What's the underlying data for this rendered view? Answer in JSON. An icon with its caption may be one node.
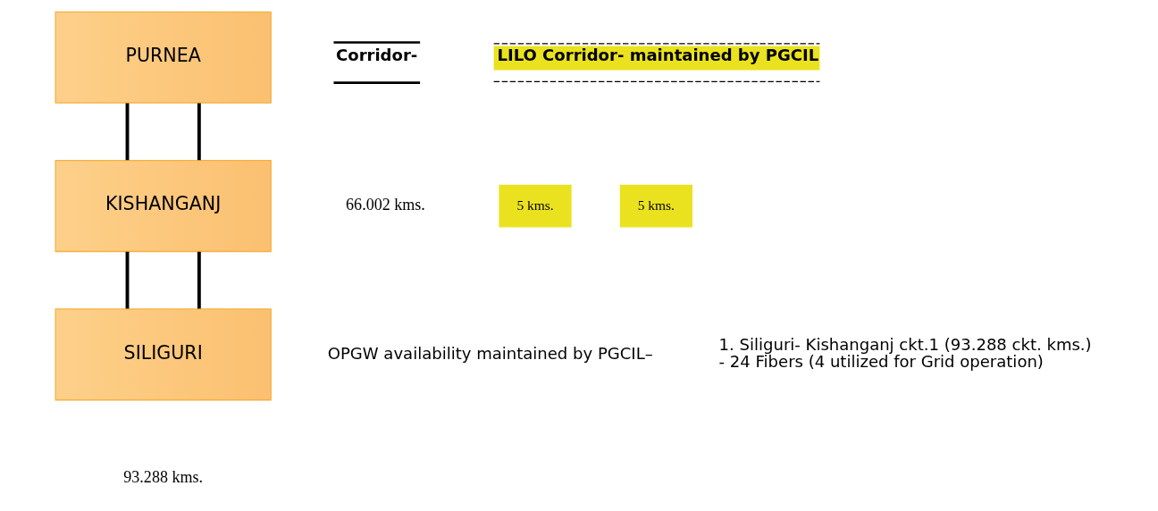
{
  "diagram": {
    "nodes": [
      {
        "text": [
          "PURNEA"
        ]
      },
      {
        "text": [
          "KISHANGANJ"
        ]
      },
      {
        "text": [
          "SILIGURI"
        ]
      }
    ],
    "edges": [
      {
        "from": 0,
        "to": 1,
        "arrow": "none"
      },
      {
        "from": 0,
        "to": 1,
        "arrow": "none"
      },
      {
        "from": 1,
        "to": 2,
        "arrow": "none"
      },
      {
        "from": 1,
        "to": 2,
        "arrow": "none"
      }
    ],
    "labels": [
      "66.002 kms.",
      "5 kms.",
      "5 kms.",
      "OPGW availability maintained by PGCIL–",
      "1. Siliguri- Kishanganj ckt.1 (93.288 ckt. kms.) - 24 Fibers (4 utilized for Grid operation)",
      "93.288 kms."
    ],
    "legend": [
      {
        "text": "Corridor-"
      },
      {
        "text": "LILO Corridor- maintained by PGCIL"
      }
    ]
  }
}
